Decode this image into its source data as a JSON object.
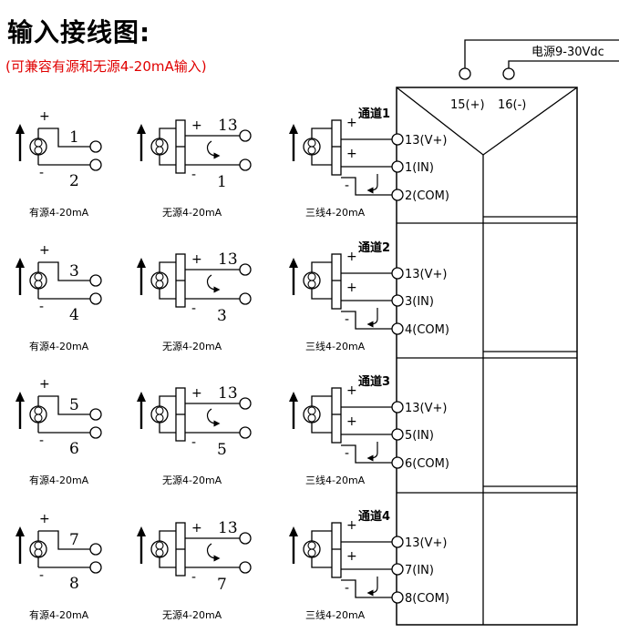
{
  "title": "输入接线图:",
  "subtitle": "(可兼容有源和无源4-20mA输入)",
  "power": {
    "label": "电源9-30Vdc",
    "pos_terminal": "15(+)",
    "neg_terminal": "16(-)"
  },
  "wiring_labels": {
    "active": "有源4-20mA",
    "passive": "无源4-20mA",
    "three_wire": "三线4-20mA"
  },
  "signs": {
    "plus": "+",
    "minus": "-"
  },
  "channels": [
    {
      "name": "通道1",
      "v_terminal": "13(V+)",
      "in_terminal": "1(IN)",
      "com_terminal": "2(COM)",
      "upper_pin": "1",
      "lower_pin": "2",
      "v_pin": "13"
    },
    {
      "name": "通道2",
      "v_terminal": "13(V+)",
      "in_terminal": "3(IN)",
      "com_terminal": "4(COM)",
      "upper_pin": "3",
      "lower_pin": "4",
      "v_pin": "13"
    },
    {
      "name": "通道3",
      "v_terminal": "13(V+)",
      "in_terminal": "5(IN)",
      "com_terminal": "6(COM)",
      "upper_pin": "5",
      "lower_pin": "6",
      "v_pin": "13"
    },
    {
      "name": "通道4",
      "v_terminal": "13(V+)",
      "in_terminal": "7(IN)",
      "com_terminal": "8(COM)",
      "upper_pin": "7",
      "lower_pin": "8",
      "v_pin": "13"
    }
  ]
}
